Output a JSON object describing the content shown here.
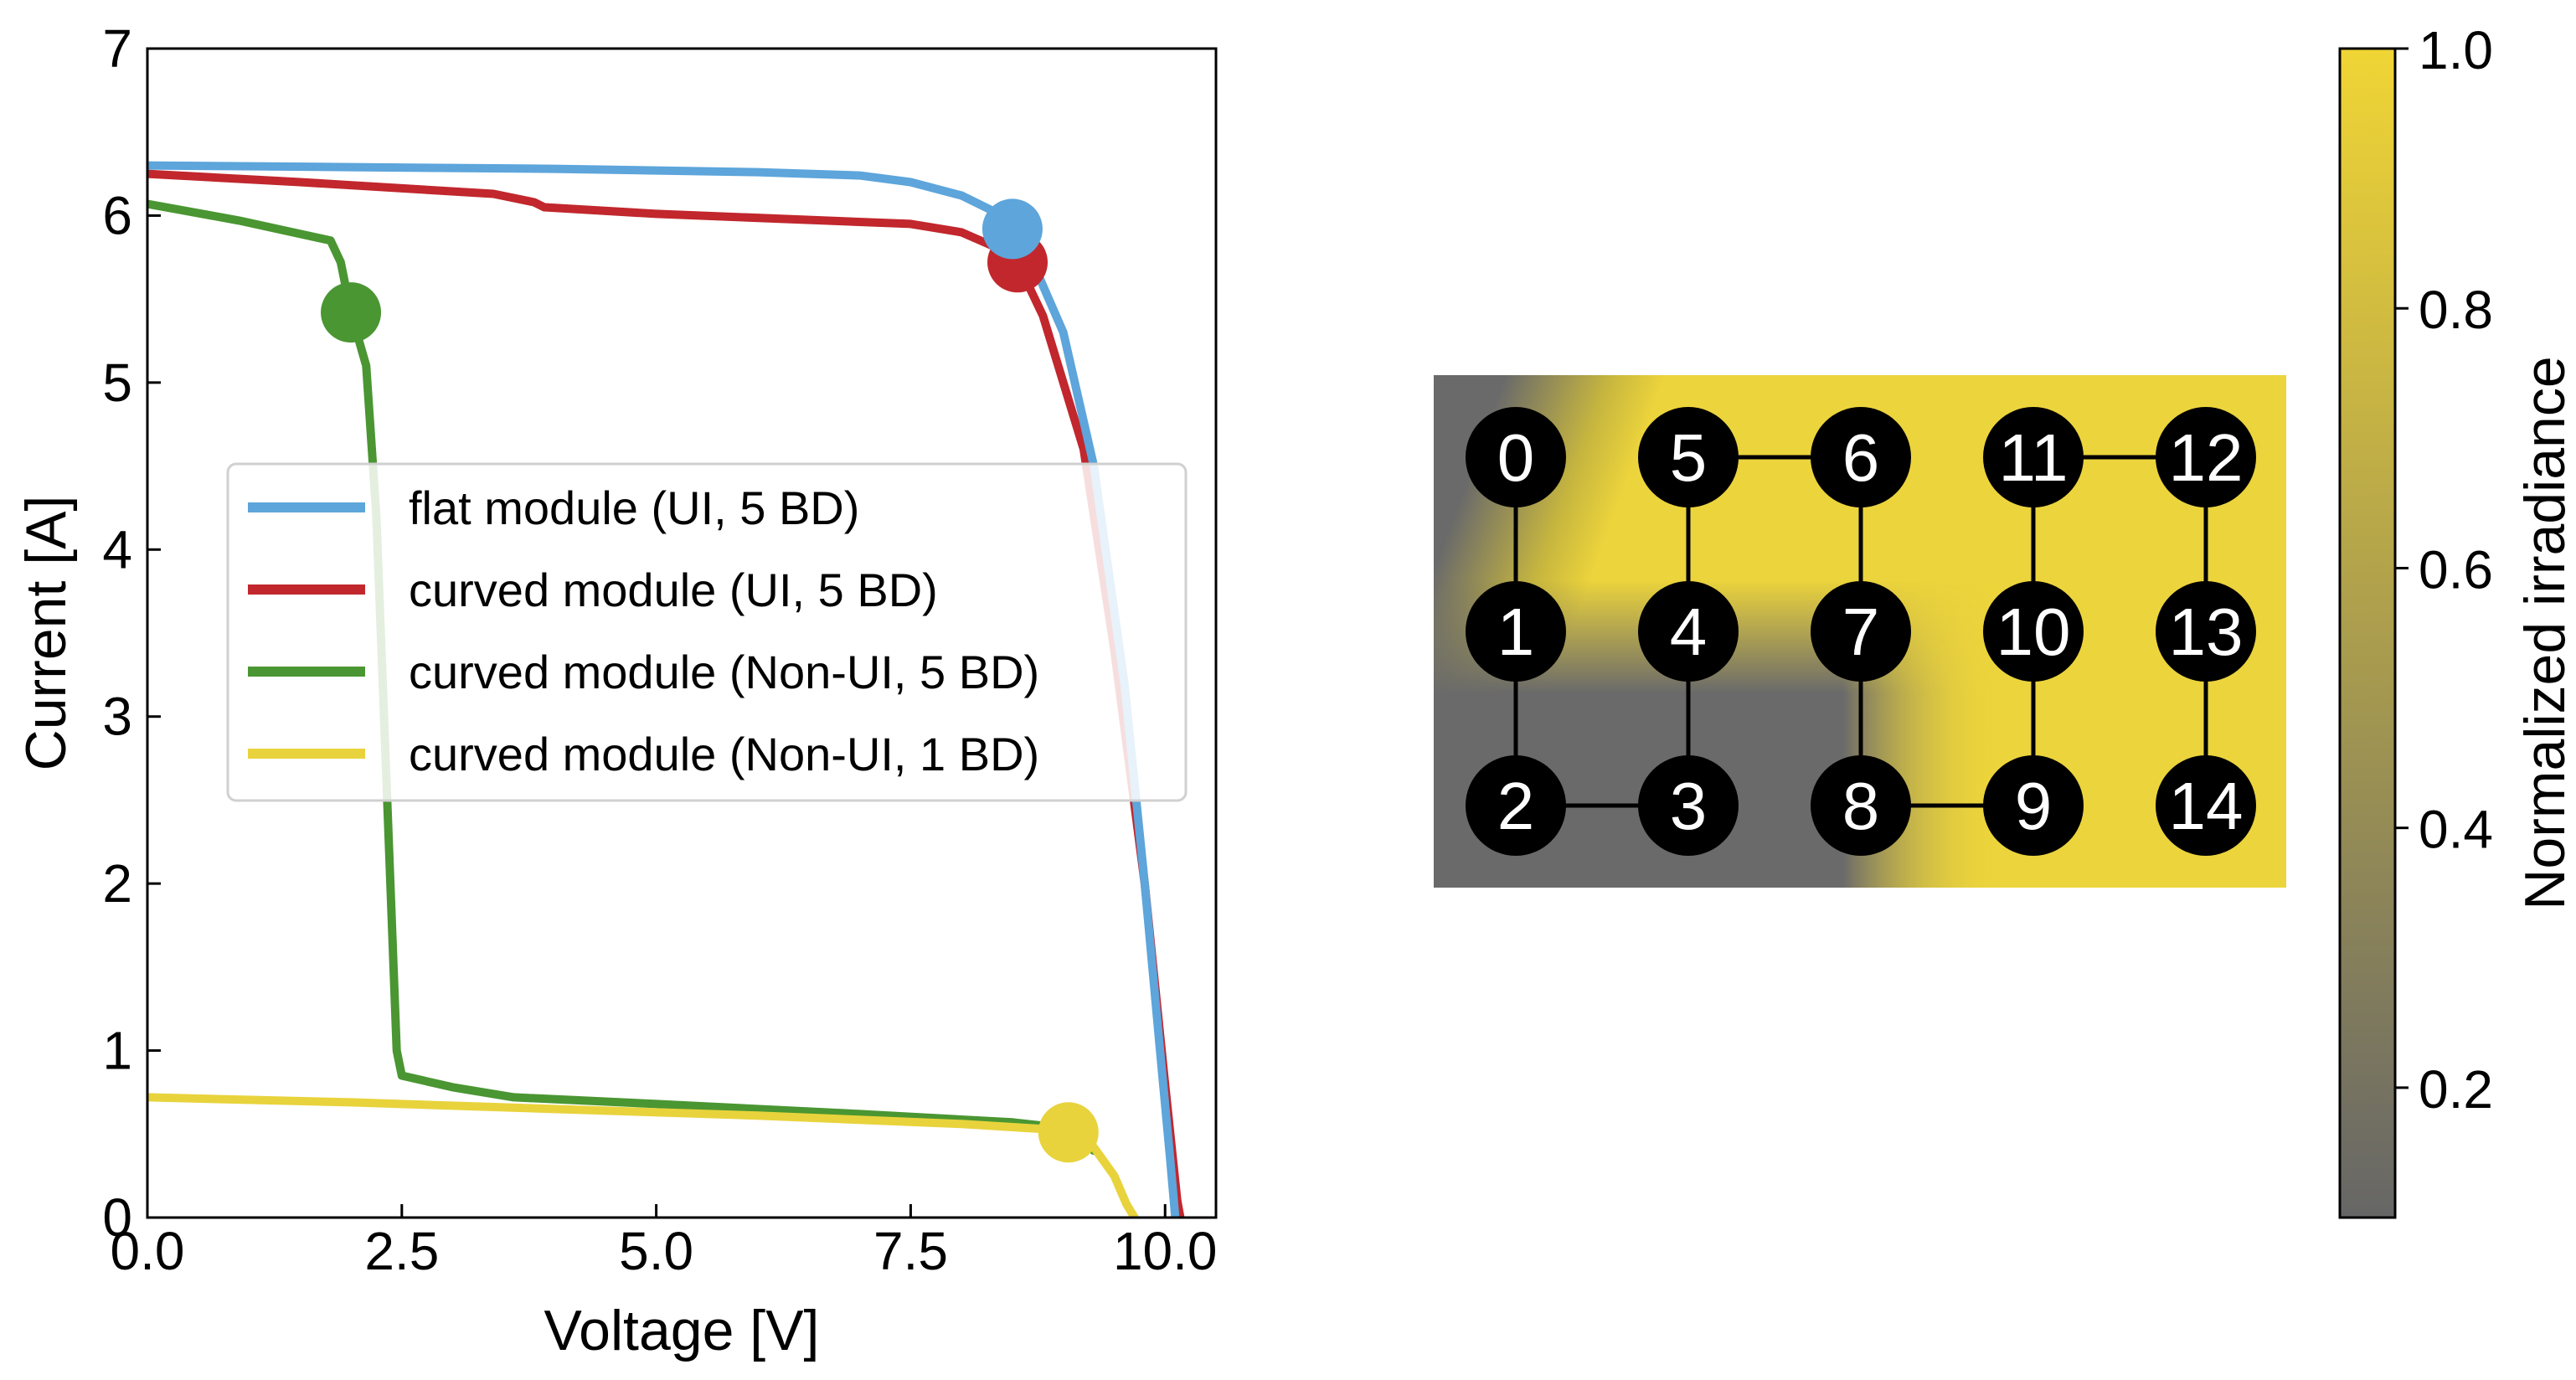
{
  "chart_data": [
    {
      "type": "line",
      "xlabel": "Voltage [V]",
      "ylabel": "Current [A]",
      "xlim": [
        0,
        10.5
      ],
      "ylim": [
        0,
        7
      ],
      "x_ticks": [
        "0.0",
        "2.5",
        "5.0",
        "7.5",
        "10.0"
      ],
      "y_ticks": [
        "0",
        "1",
        "2",
        "3",
        "4",
        "5",
        "6",
        "7"
      ],
      "grid": false,
      "legend_position": "center-right",
      "series": [
        {
          "name": "flat module (UI, 5 BD)",
          "color": "#5da5db",
          "x": [
            0,
            2,
            4,
            6,
            7,
            7.5,
            8,
            8.3,
            8.5,
            8.7,
            9.0,
            9.3,
            9.6,
            9.8,
            9.95,
            10.05,
            10.1
          ],
          "y": [
            6.3,
            6.29,
            6.28,
            6.26,
            6.24,
            6.2,
            6.12,
            6.03,
            5.92,
            5.72,
            5.3,
            4.5,
            3.2,
            2.0,
            1.0,
            0.35,
            0
          ],
          "marker": {
            "x": 8.5,
            "y": 5.92
          }
        },
        {
          "name": "curved module (UI, 5 BD)",
          "color": "#c1272d",
          "x": [
            0,
            1.5,
            3.4,
            3.8,
            3.9,
            5,
            7.5,
            8.0,
            8.3,
            8.55,
            8.8,
            9.2,
            9.5,
            9.8,
            10.0,
            10.12,
            10.15
          ],
          "y": [
            6.25,
            6.2,
            6.13,
            6.08,
            6.05,
            6.01,
            5.95,
            5.9,
            5.82,
            5.72,
            5.4,
            4.6,
            3.4,
            2.0,
            0.8,
            0.1,
            0
          ],
          "marker": {
            "x": 8.55,
            "y": 5.72
          }
        },
        {
          "name": "curved module (Non-UI, 5 BD)",
          "color": "#4a9632",
          "x": [
            0,
            0.9,
            1.8,
            1.9,
            2.0,
            2.15,
            2.25,
            2.35,
            2.45,
            2.5,
            3.0,
            3.6,
            5,
            7,
            8.5,
            8.8,
            9.05,
            9.3
          ],
          "y": [
            6.07,
            5.97,
            5.85,
            5.72,
            5.42,
            5.1,
            4.2,
            2.6,
            1.0,
            0.85,
            0.78,
            0.72,
            0.68,
            0.62,
            0.57,
            0.55,
            0.52,
            0.4
          ],
          "marker": {
            "x": 2.0,
            "y": 5.42
          }
        },
        {
          "name": "curved module (Non-UI, 1 BD)",
          "color": "#e8d33c",
          "x": [
            0,
            2,
            4,
            6,
            8,
            8.8,
            9.05,
            9.3,
            9.5,
            9.62,
            9.7
          ],
          "y": [
            0.72,
            0.69,
            0.65,
            0.61,
            0.56,
            0.53,
            0.51,
            0.42,
            0.25,
            0.08,
            0
          ],
          "marker": {
            "x": 9.05,
            "y": 0.51
          }
        }
      ]
    },
    {
      "type": "heatmap",
      "colorbar": {
        "label": "Normalized irradiance",
        "range": [
          0.1,
          1.0
        ],
        "ticks": [
          "0.2",
          "0.4",
          "0.6",
          "0.8",
          "1.0"
        ],
        "tick_values": [
          0.2,
          0.4,
          0.6,
          0.8,
          1.0
        ],
        "color_low": "#666666",
        "color_high": "#f0d535"
      },
      "nodes": [
        {
          "label": "0",
          "row": 0,
          "col": 0
        },
        {
          "label": "5",
          "row": 0,
          "col": 1
        },
        {
          "label": "6",
          "row": 0,
          "col": 2
        },
        {
          "label": "11",
          "row": 0,
          "col": 3
        },
        {
          "label": "12",
          "row": 0,
          "col": 4
        },
        {
          "label": "1",
          "row": 1,
          "col": 0
        },
        {
          "label": "4",
          "row": 1,
          "col": 1
        },
        {
          "label": "7",
          "row": 1,
          "col": 2
        },
        {
          "label": "10",
          "row": 1,
          "col": 3
        },
        {
          "label": "13",
          "row": 1,
          "col": 4
        },
        {
          "label": "2",
          "row": 2,
          "col": 0
        },
        {
          "label": "3",
          "row": 2,
          "col": 1
        },
        {
          "label": "8",
          "row": 2,
          "col": 2
        },
        {
          "label": "9",
          "row": 2,
          "col": 3
        },
        {
          "label": "14",
          "row": 2,
          "col": 4
        }
      ],
      "connections": [
        [
          "0",
          "1"
        ],
        [
          "1",
          "2"
        ],
        [
          "2",
          "3"
        ],
        [
          "3",
          "4"
        ],
        [
          "4",
          "5"
        ],
        [
          "5",
          "6"
        ],
        [
          "6",
          "7"
        ],
        [
          "7",
          "8"
        ],
        [
          "8",
          "9"
        ],
        [
          "9",
          "10"
        ],
        [
          "10",
          "11"
        ],
        [
          "11",
          "12"
        ],
        [
          "12",
          "13"
        ],
        [
          "13",
          "14"
        ]
      ]
    }
  ]
}
